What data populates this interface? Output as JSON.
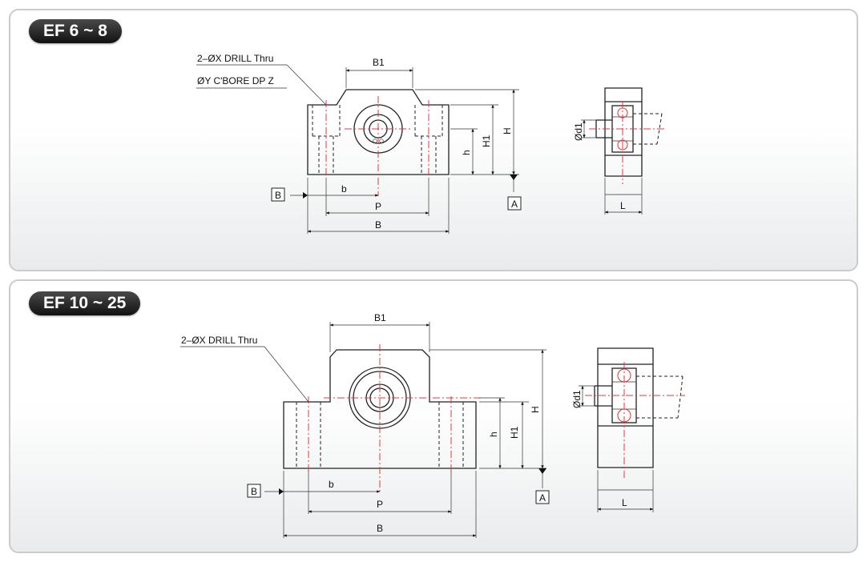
{
  "panels": [
    {
      "title": "EF 6 ~ 8",
      "note_line1": "2–ØX DRILL Thru",
      "note_line2": "ØY C'BORE DP Z",
      "dims": {
        "B1": "B1",
        "H": "H",
        "H1": "H1",
        "h": "h",
        "b": "b",
        "P": "P",
        "B": "B",
        "d1": "Ød1",
        "L": "L"
      },
      "refs": {
        "A": "A",
        "B": "B"
      }
    },
    {
      "title": "EF 10 ~ 25",
      "note_line1": "2–ØX DRILL Thru",
      "dims": {
        "B1": "B1",
        "H": "H",
        "H1": "H1",
        "h": "h",
        "b": "b",
        "P": "P",
        "B": "B",
        "d1": "Ød1",
        "L": "L"
      },
      "refs": {
        "A": "A",
        "B": "B"
      }
    }
  ]
}
